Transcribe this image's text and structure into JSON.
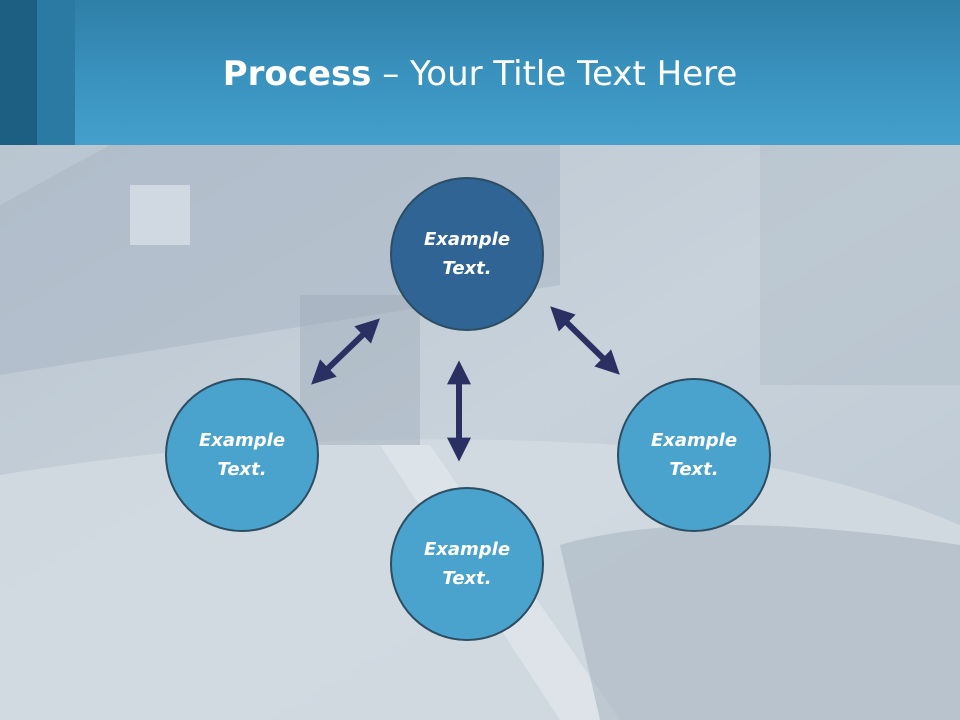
{
  "slide": {
    "title_bold": "Process",
    "title_rest": " – Your Title Text Here"
  },
  "nodes": {
    "top": "Example Text.",
    "left": "Example Text.",
    "right": "Example Text.",
    "bottom": "Example Text."
  },
  "colors": {
    "header": "#3a93bf",
    "header_accent_dark": "#1c5f82",
    "node_primary": "#2f6494",
    "node_secondary": "#4aa3cc",
    "arrow": "#2b3063"
  }
}
